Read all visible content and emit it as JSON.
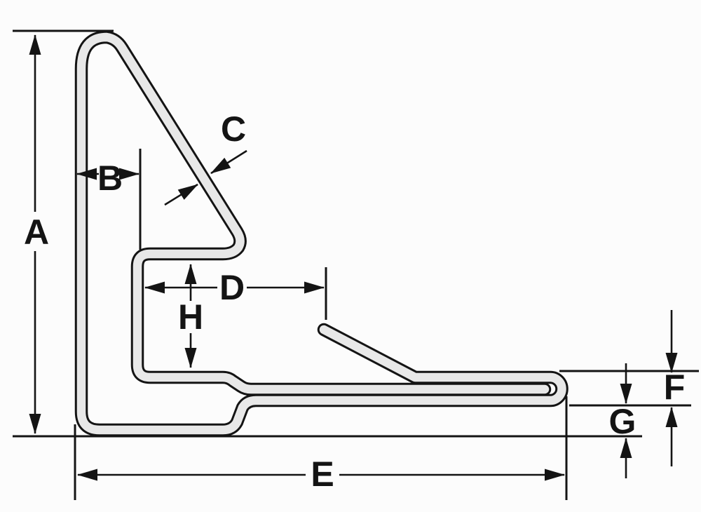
{
  "diagram": {
    "type": "cross-section-profile-drawing",
    "colors": {
      "background": "#fcfcfc",
      "outline": "#141414",
      "material_fill": "#e8e8e8"
    },
    "labels": {
      "A": "A",
      "B": "B",
      "C": "C",
      "D": "D",
      "E": "E",
      "F": "F",
      "G": "G",
      "H": "H"
    }
  }
}
